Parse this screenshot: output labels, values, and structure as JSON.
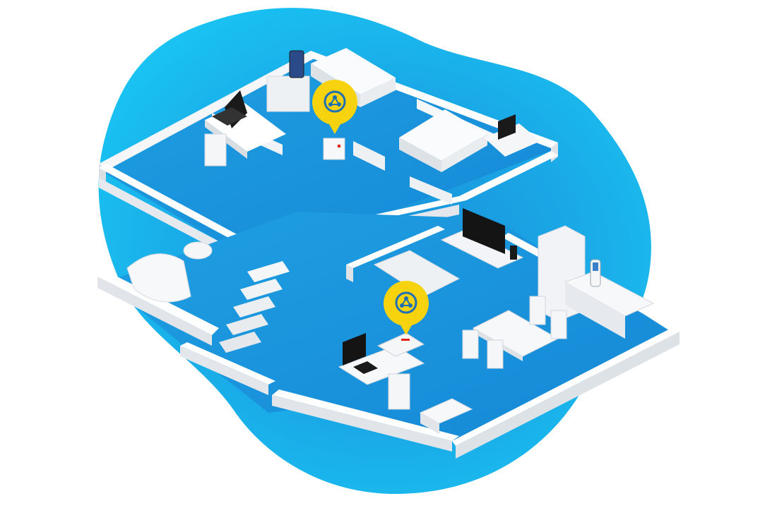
{
  "illustration": {
    "kind": "isometric two-floor home network",
    "accent_color": "#1fb9ea",
    "floor_color": "#1ea6e4",
    "wall_color": "#f2f4f6",
    "mesh_icon_color": "#f6d20f",
    "mesh_icon_name": "mesh-network-icon",
    "mesh_repeaters_shown": 2,
    "devices": [
      "laptop",
      "tablet",
      "smartphone",
      "desktop-monitor",
      "television",
      "cordless-phone",
      "wireless-router",
      "mesh-repeater"
    ]
  }
}
